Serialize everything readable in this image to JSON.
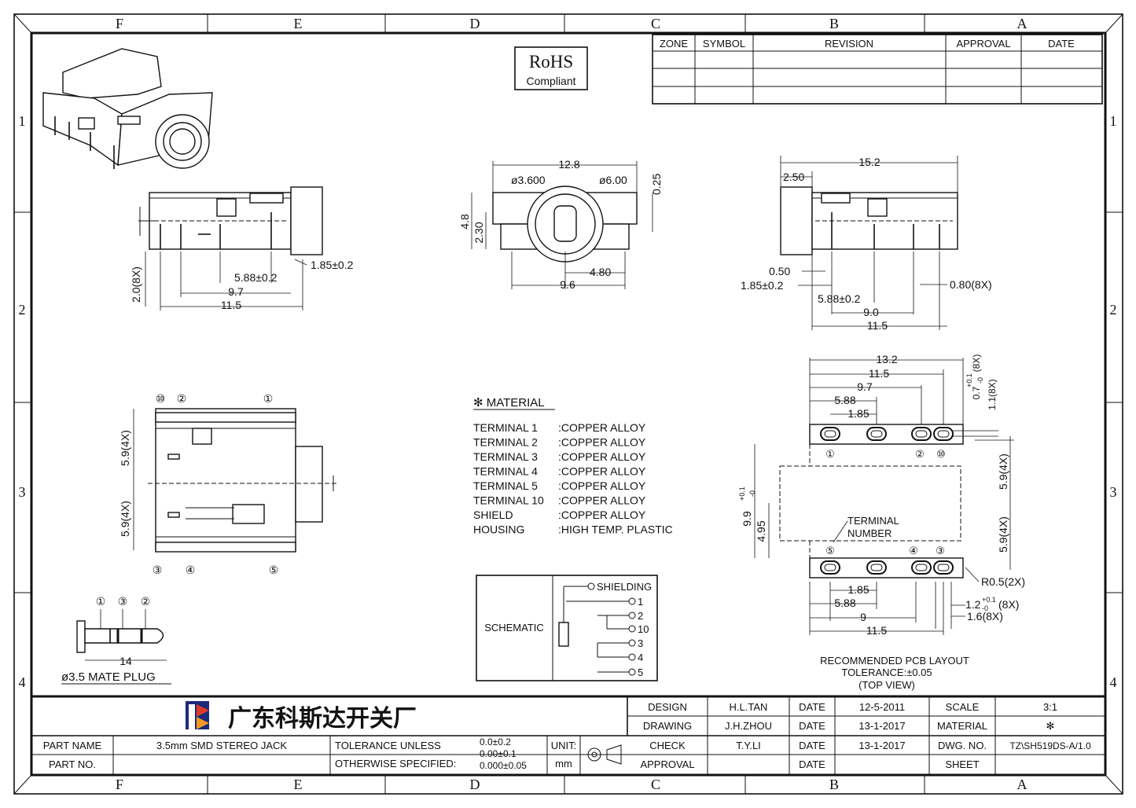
{
  "zones": {
    "top": [
      "F",
      "E",
      "D",
      "C",
      "B",
      "A"
    ],
    "bottom": [
      "F",
      "E",
      "D",
      "C",
      "B",
      "A"
    ],
    "left": [
      "1",
      "2",
      "3",
      "4"
    ],
    "right": [
      "1",
      "2",
      "3",
      "4"
    ]
  },
  "rohs": {
    "line1": "RoHS",
    "line2": "Compliant"
  },
  "revision_table": {
    "headers": [
      "ZONE",
      "SYMBOL",
      "REVISION",
      "APPROVAL",
      "DATE"
    ]
  },
  "front_view_dims": {
    "width": "12.8",
    "hole_small": "ø3.600",
    "hole_large": "ø6.00",
    "offset": "0.25",
    "height": "4.8",
    "center_h": "2.30",
    "slot": "4.80",
    "base": "9.6"
  },
  "left_view_dims": {
    "pin_len": "2.0(8X)",
    "tol1": "1.85±0.2",
    "pitch": "5.88±0.2",
    "mid": "9.7",
    "total": "11.5"
  },
  "right_view_dims": {
    "total_len": "15.2",
    "nose": "2.50",
    "gap": "0.50",
    "tol1": "1.85±0.2",
    "pin_w": "0.80(8X)",
    "pitch": "5.88±0.2",
    "mid": "9.0",
    "total": "11.5"
  },
  "top_view": {
    "dim_upper": "5.9(4X)",
    "dim_lower": "5.9(4X)",
    "pins_top": [
      "⑩",
      "②",
      "①"
    ],
    "pins_bottom": [
      "③",
      "④",
      "⑤"
    ]
  },
  "mate_plug": {
    "labels": [
      "①",
      "③",
      "②"
    ],
    "length": "14",
    "caption": "ø3.5 MATE PLUG"
  },
  "material": {
    "title": "✻ MATERIAL",
    "rows": [
      {
        "item": "TERMINAL 1",
        "mat": ":COPPER ALLOY"
      },
      {
        "item": "TERMINAL 2",
        "mat": ":COPPER ALLOY"
      },
      {
        "item": "TERMINAL 3",
        "mat": ":COPPER ALLOY"
      },
      {
        "item": "TERMINAL 4",
        "mat": ":COPPER ALLOY"
      },
      {
        "item": "TERMINAL 5",
        "mat": ":COPPER ALLOY"
      },
      {
        "item": "TERMINAL 10",
        "mat": ":COPPER ALLOY"
      },
      {
        "item": "SHIELD",
        "mat": ":COPPER ALLOY"
      },
      {
        "item": "HOUSING",
        "mat": ":HIGH TEMP. PLASTIC"
      }
    ]
  },
  "schematic": {
    "label": "SCHEMATIC",
    "pins": [
      "SHIELDING",
      "1",
      "2",
      "10",
      "3",
      "4",
      "5"
    ]
  },
  "pcb": {
    "w_total": "13.2",
    "w_115": "11.5",
    "w_97": "9.7",
    "w_588": "5.88",
    "w_185": "1.85",
    "pad_tol1": "0.7",
    "pad_tol1_sup": "+0.1",
    "pad_tol1_sub": "-0",
    "pad_tol1_n": "(8X)",
    "pad_11": "1.1(8X)",
    "right_upper": "5.9(4X)",
    "right_lower": "5.9(4X)",
    "left_99": "9.9",
    "left_99_sup": "+0.1",
    "left_99_sub": "-0",
    "left_495": "4.95",
    "term_label1": "TERMINAL",
    "term_label2": "NUMBER",
    "radius": "R0.5(2X)",
    "b_185": "1.85",
    "b_588": "5.88",
    "b_9": "9",
    "b_115": "11.5",
    "b_12": "1.2",
    "b_12_sup": "+0.1",
    "b_12_sub": "-0",
    "b_12_n": "(8X)",
    "b_16": "1.6(8X)",
    "pins_top": [
      "①",
      "②",
      "⑩"
    ],
    "pins_bottom": [
      "⑤",
      "④",
      "③"
    ],
    "caption1": "RECOMMENDED PCB LAYOUT",
    "caption2": "TOLERANCE:±0.05",
    "caption3": "(TOP VIEW)"
  },
  "title_block": {
    "company": "广东科斯达开关厂",
    "design_label": "DESIGN",
    "design_name": "H.L.TAN",
    "design_date_label": "DATE",
    "design_date": "12-5-2011",
    "scale_label": "SCALE",
    "scale": "3:1",
    "drawing_label": "DRAWING",
    "drawing_name": "J.H.ZHOU",
    "drawing_date_label": "DATE",
    "drawing_date": "13-1-2017",
    "material_label": "MATERIAL",
    "material": "✻",
    "part_name_label": "PART NAME",
    "part_name": "3.5mm SMD STEREO JACK",
    "tol_label1": "TOLERANCE UNLESS",
    "tol_label2": "OTHERWISE SPECIFIED:",
    "tol1": "0.0±0.2",
    "tol2": "0.00±0.1",
    "tol3": "0.000±0.05",
    "unit_label": "UNIT:",
    "unit": "mm",
    "check_label": "CHECK",
    "check_name": "T.Y.LI",
    "check_date_label": "DATE",
    "check_date": "13-1-2017",
    "dwg_label": "DWG. NO.",
    "dwg_no": "TZ\\SH519DS-A/1.0",
    "part_no_label": "PART NO.",
    "approval_label": "APPROVAL",
    "approval_date_label": "DATE",
    "sheet_label": "SHEET"
  }
}
